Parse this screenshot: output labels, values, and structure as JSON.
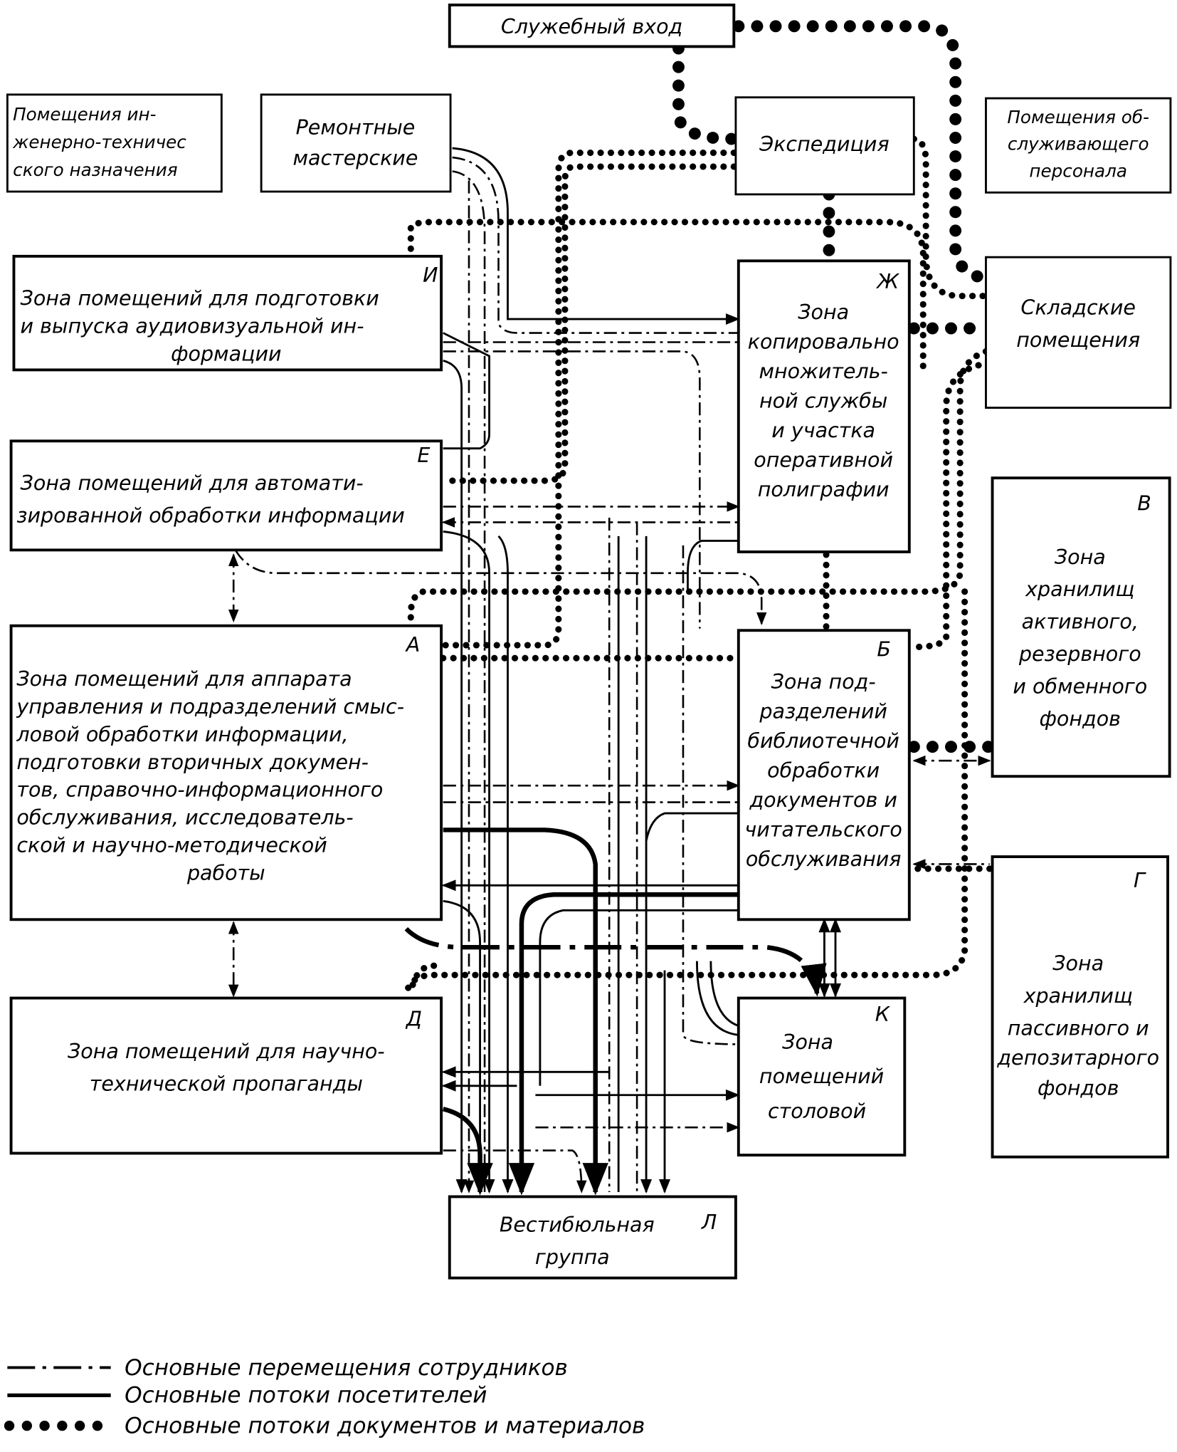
{
  "title": "Схема функциональных связей зон здания",
  "boxes": {
    "service_entrance": {
      "lines": [
        "Служебный  вход"
      ]
    },
    "engineering": {
      "lines": [
        "Помещения ин-",
        "женерно-техничес",
        "ского назначения"
      ]
    },
    "repair": {
      "lines": [
        "Ремонтные",
        "мастерские"
      ]
    },
    "expedition": {
      "lines": [
        "Экспедиция"
      ]
    },
    "staff_rooms": {
      "lines": [
        "Помещения об-",
        "служивающего",
        "персонала"
      ]
    },
    "zone_i": {
      "letter": "И",
      "lines": [
        "Зона помещений для подготовки",
        "и выпуска аудиовизуальной ин-",
        "формации"
      ]
    },
    "zone_zh": {
      "letter": "Ж",
      "lines": [
        "Зона",
        "копировально",
        "множитель-",
        "ной службы",
        "и участка",
        "оперативной",
        "полиграфии"
      ]
    },
    "warehouse": {
      "lines": [
        "Складские",
        "помещения"
      ]
    },
    "zone_e": {
      "letter": "Е",
      "lines": [
        "Зона помещений для автомати-",
        "зированной обработки информации"
      ]
    },
    "zone_v": {
      "letter": "В",
      "lines": [
        "Зона",
        "хранилищ",
        "активного,",
        "резервного",
        "и обменного",
        "фондов"
      ]
    },
    "zone_a": {
      "letter": "А",
      "lines": [
        "Зона помещений для аппарата",
        "управления и подразделений смыс-",
        "ловой обработки информации,",
        "подготовки вторичных докумен-",
        "тов, справочно-информационного",
        "обслуживания, исследователь-",
        "ской и научно-методической",
        "работы"
      ]
    },
    "zone_b": {
      "letter": "Б",
      "lines": [
        "Зона под-",
        "разделений",
        "библиотечной",
        "обработки",
        "документов и",
        "читательского",
        "обслуживания"
      ]
    },
    "zone_g": {
      "letter": "Г",
      "lines": [
        "Зона",
        "хранилищ",
        "пассивного и",
        "депозитарного",
        "фондов"
      ]
    },
    "zone_d": {
      "letter": "Д",
      "lines": [
        "Зона помещений для научно-",
        "технической пропаганды"
      ]
    },
    "zone_k": {
      "letter": "К",
      "lines": [
        "Зона",
        "помещений",
        "столовой"
      ]
    },
    "zone_l": {
      "letter": "Л",
      "lines": [
        "Вестибюльная",
        "группа"
      ]
    }
  },
  "legend": [
    {
      "style": "dash-dot",
      "icon": "dash-dot-line-icon",
      "label": "Основные  перемещения  сотрудников"
    },
    {
      "style": "solid",
      "icon": "solid-line-icon",
      "label": "Основные  потоки  посетителей"
    },
    {
      "style": "dotted",
      "icon": "dotted-line-icon",
      "label": "Основные  потоки  документов  и  материалов"
    }
  ]
}
